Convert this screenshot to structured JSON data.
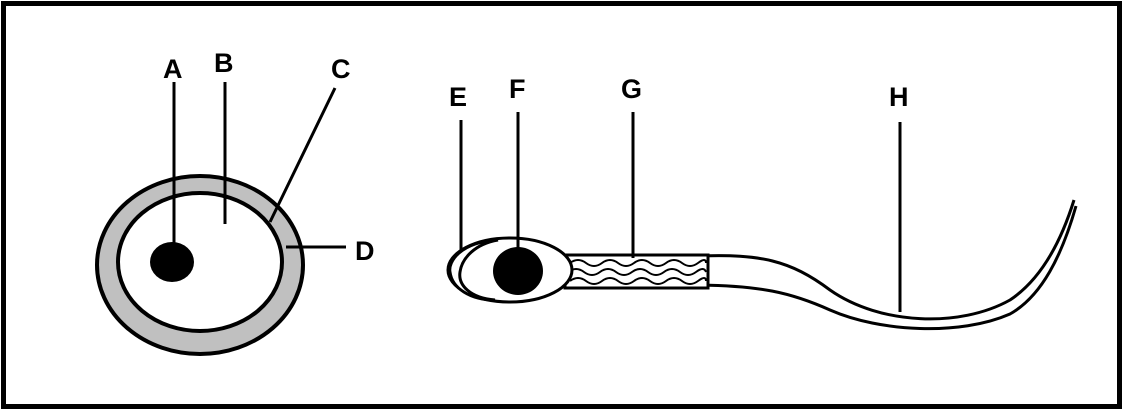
{
  "labels": {
    "a": "A",
    "b": "B",
    "c": "C",
    "d": "D",
    "e": "E",
    "f": "F",
    "g": "G",
    "h": "H"
  },
  "colors": {
    "stroke": "#000000",
    "zona": "#c0c0c0",
    "fill": "#ffffff",
    "nucleus": "#000000"
  }
}
